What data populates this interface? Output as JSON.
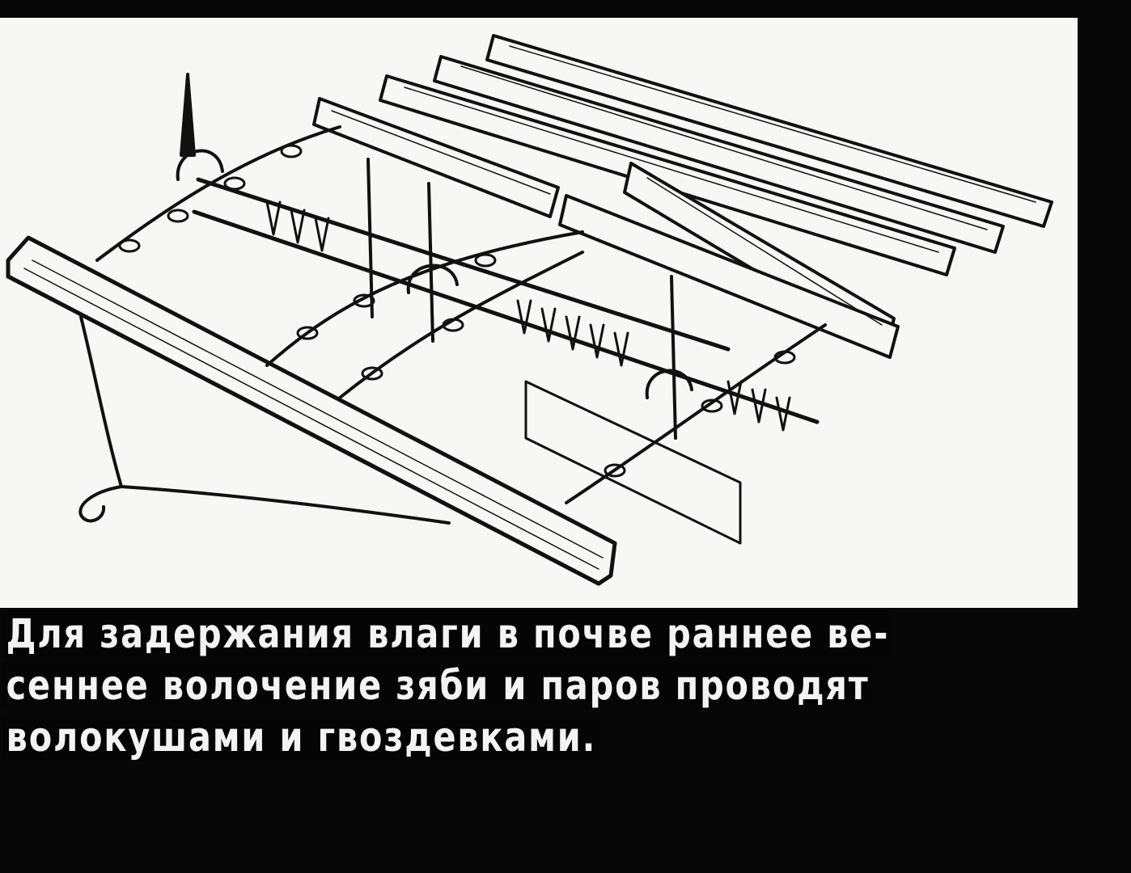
{
  "caption": {
    "line1": "Для задержания влаги в почве раннее ве-",
    "line2": "сеннее волочение зяби и паров проводят",
    "line3": "волокушами и гвоздевками."
  },
  "illustration": {
    "subject": "drag-harrow-icon",
    "colors": {
      "paper": "#f7f7f5",
      "ink": "#111111",
      "background": "#050505"
    }
  }
}
